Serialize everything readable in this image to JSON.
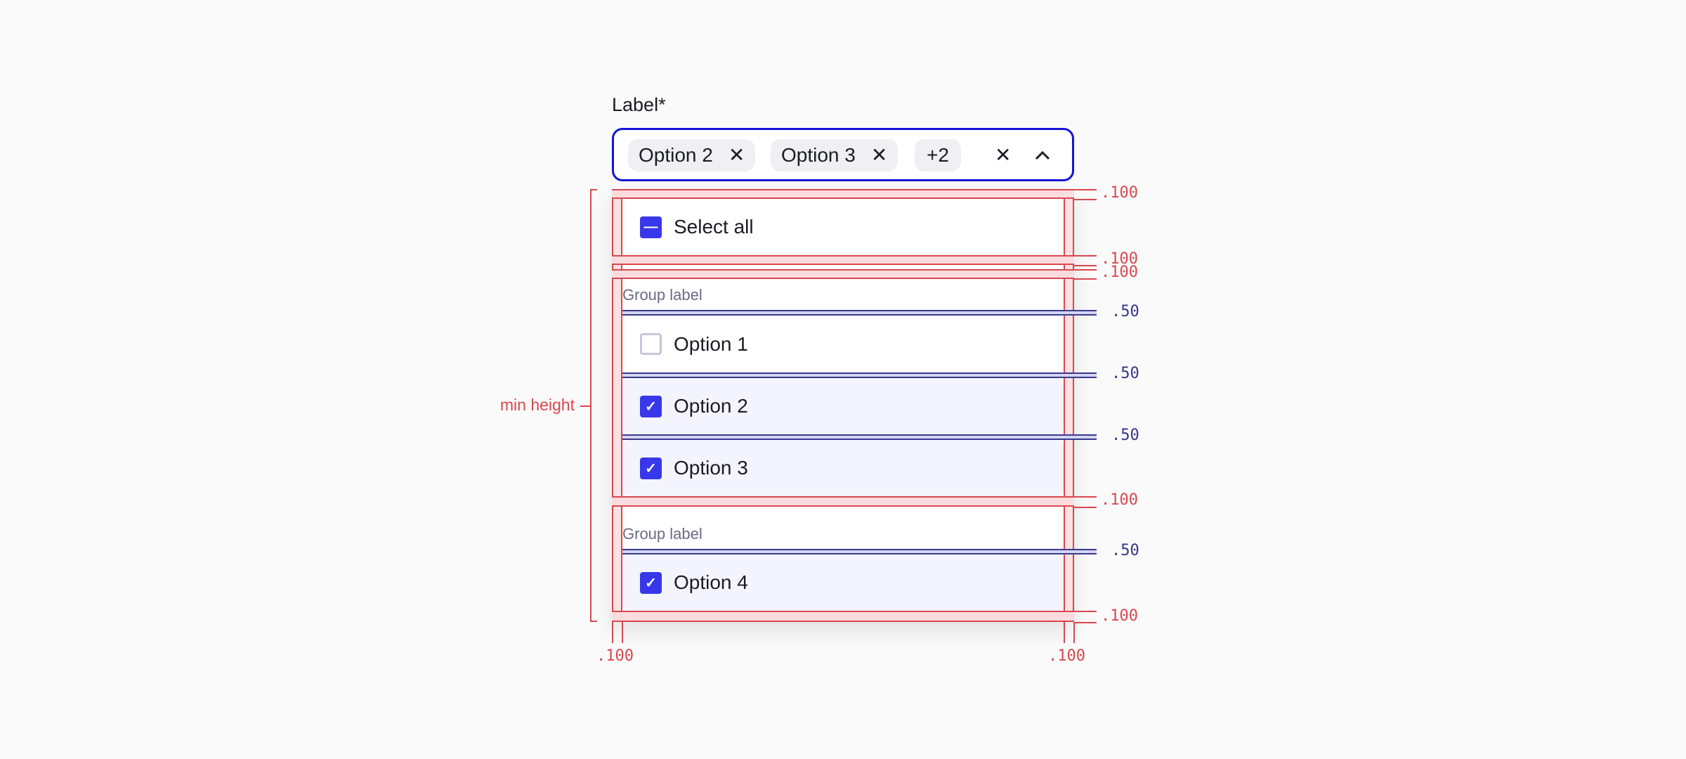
{
  "field": {
    "label": "Label",
    "required_mark": "*"
  },
  "combo": {
    "chips": [
      {
        "label": "Option 2"
      },
      {
        "label": "Option 3"
      }
    ],
    "overflow": "+2"
  },
  "menu": {
    "select_all": "Select all",
    "groups": [
      {
        "label": "Group label",
        "options": [
          {
            "label": "Option 1",
            "checked": false
          },
          {
            "label": "Option 2",
            "checked": true
          },
          {
            "label": "Option 3",
            "checked": true
          }
        ]
      },
      {
        "label": "Group label",
        "options": [
          {
            "label": "Option 4",
            "checked": true
          }
        ]
      }
    ]
  },
  "annotations": {
    "outer": ".100",
    "inner": ".50",
    "min_height": "min height"
  },
  "colors": {
    "accent": "#3838ea",
    "focus_border": "#1414d6",
    "spec_red": "#d9484f",
    "spec_blue": "#3a3a8f",
    "selected_bg": "#f3f4fd"
  }
}
